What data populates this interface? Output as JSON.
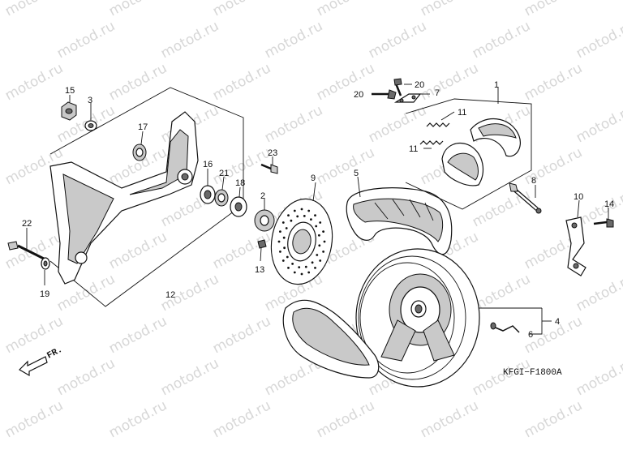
{
  "watermark": {
    "text": "motod.ru",
    "color": "#d7d7d7"
  },
  "reference_code": "KFGI−F1800A",
  "front_arrow": {
    "label": "FR.",
    "icon": "front-direction-arrow-icon"
  },
  "callouts": [
    {
      "id": "c1",
      "number": "1"
    },
    {
      "id": "c2",
      "number": "2"
    },
    {
      "id": "c3",
      "number": "3"
    },
    {
      "id": "c4",
      "number": "4"
    },
    {
      "id": "c5",
      "number": "5"
    },
    {
      "id": "c6",
      "number": "6"
    },
    {
      "id": "c7",
      "number": "7"
    },
    {
      "id": "c8",
      "number": "8"
    },
    {
      "id": "c9",
      "number": "9"
    },
    {
      "id": "c10",
      "number": "10"
    },
    {
      "id": "c11a",
      "number": "11"
    },
    {
      "id": "c11b",
      "number": "11"
    },
    {
      "id": "c12",
      "number": "12"
    },
    {
      "id": "c13",
      "number": "13"
    },
    {
      "id": "c14",
      "number": "14"
    },
    {
      "id": "c15",
      "number": "15"
    },
    {
      "id": "c16",
      "number": "16"
    },
    {
      "id": "c17",
      "number": "17"
    },
    {
      "id": "c18",
      "number": "18"
    },
    {
      "id": "c19",
      "number": "19"
    },
    {
      "id": "c20a",
      "number": "20"
    },
    {
      "id": "c20b",
      "number": "20"
    },
    {
      "id": "c21",
      "number": "21"
    },
    {
      "id": "c22",
      "number": "22"
    },
    {
      "id": "c23",
      "number": "23"
    }
  ]
}
